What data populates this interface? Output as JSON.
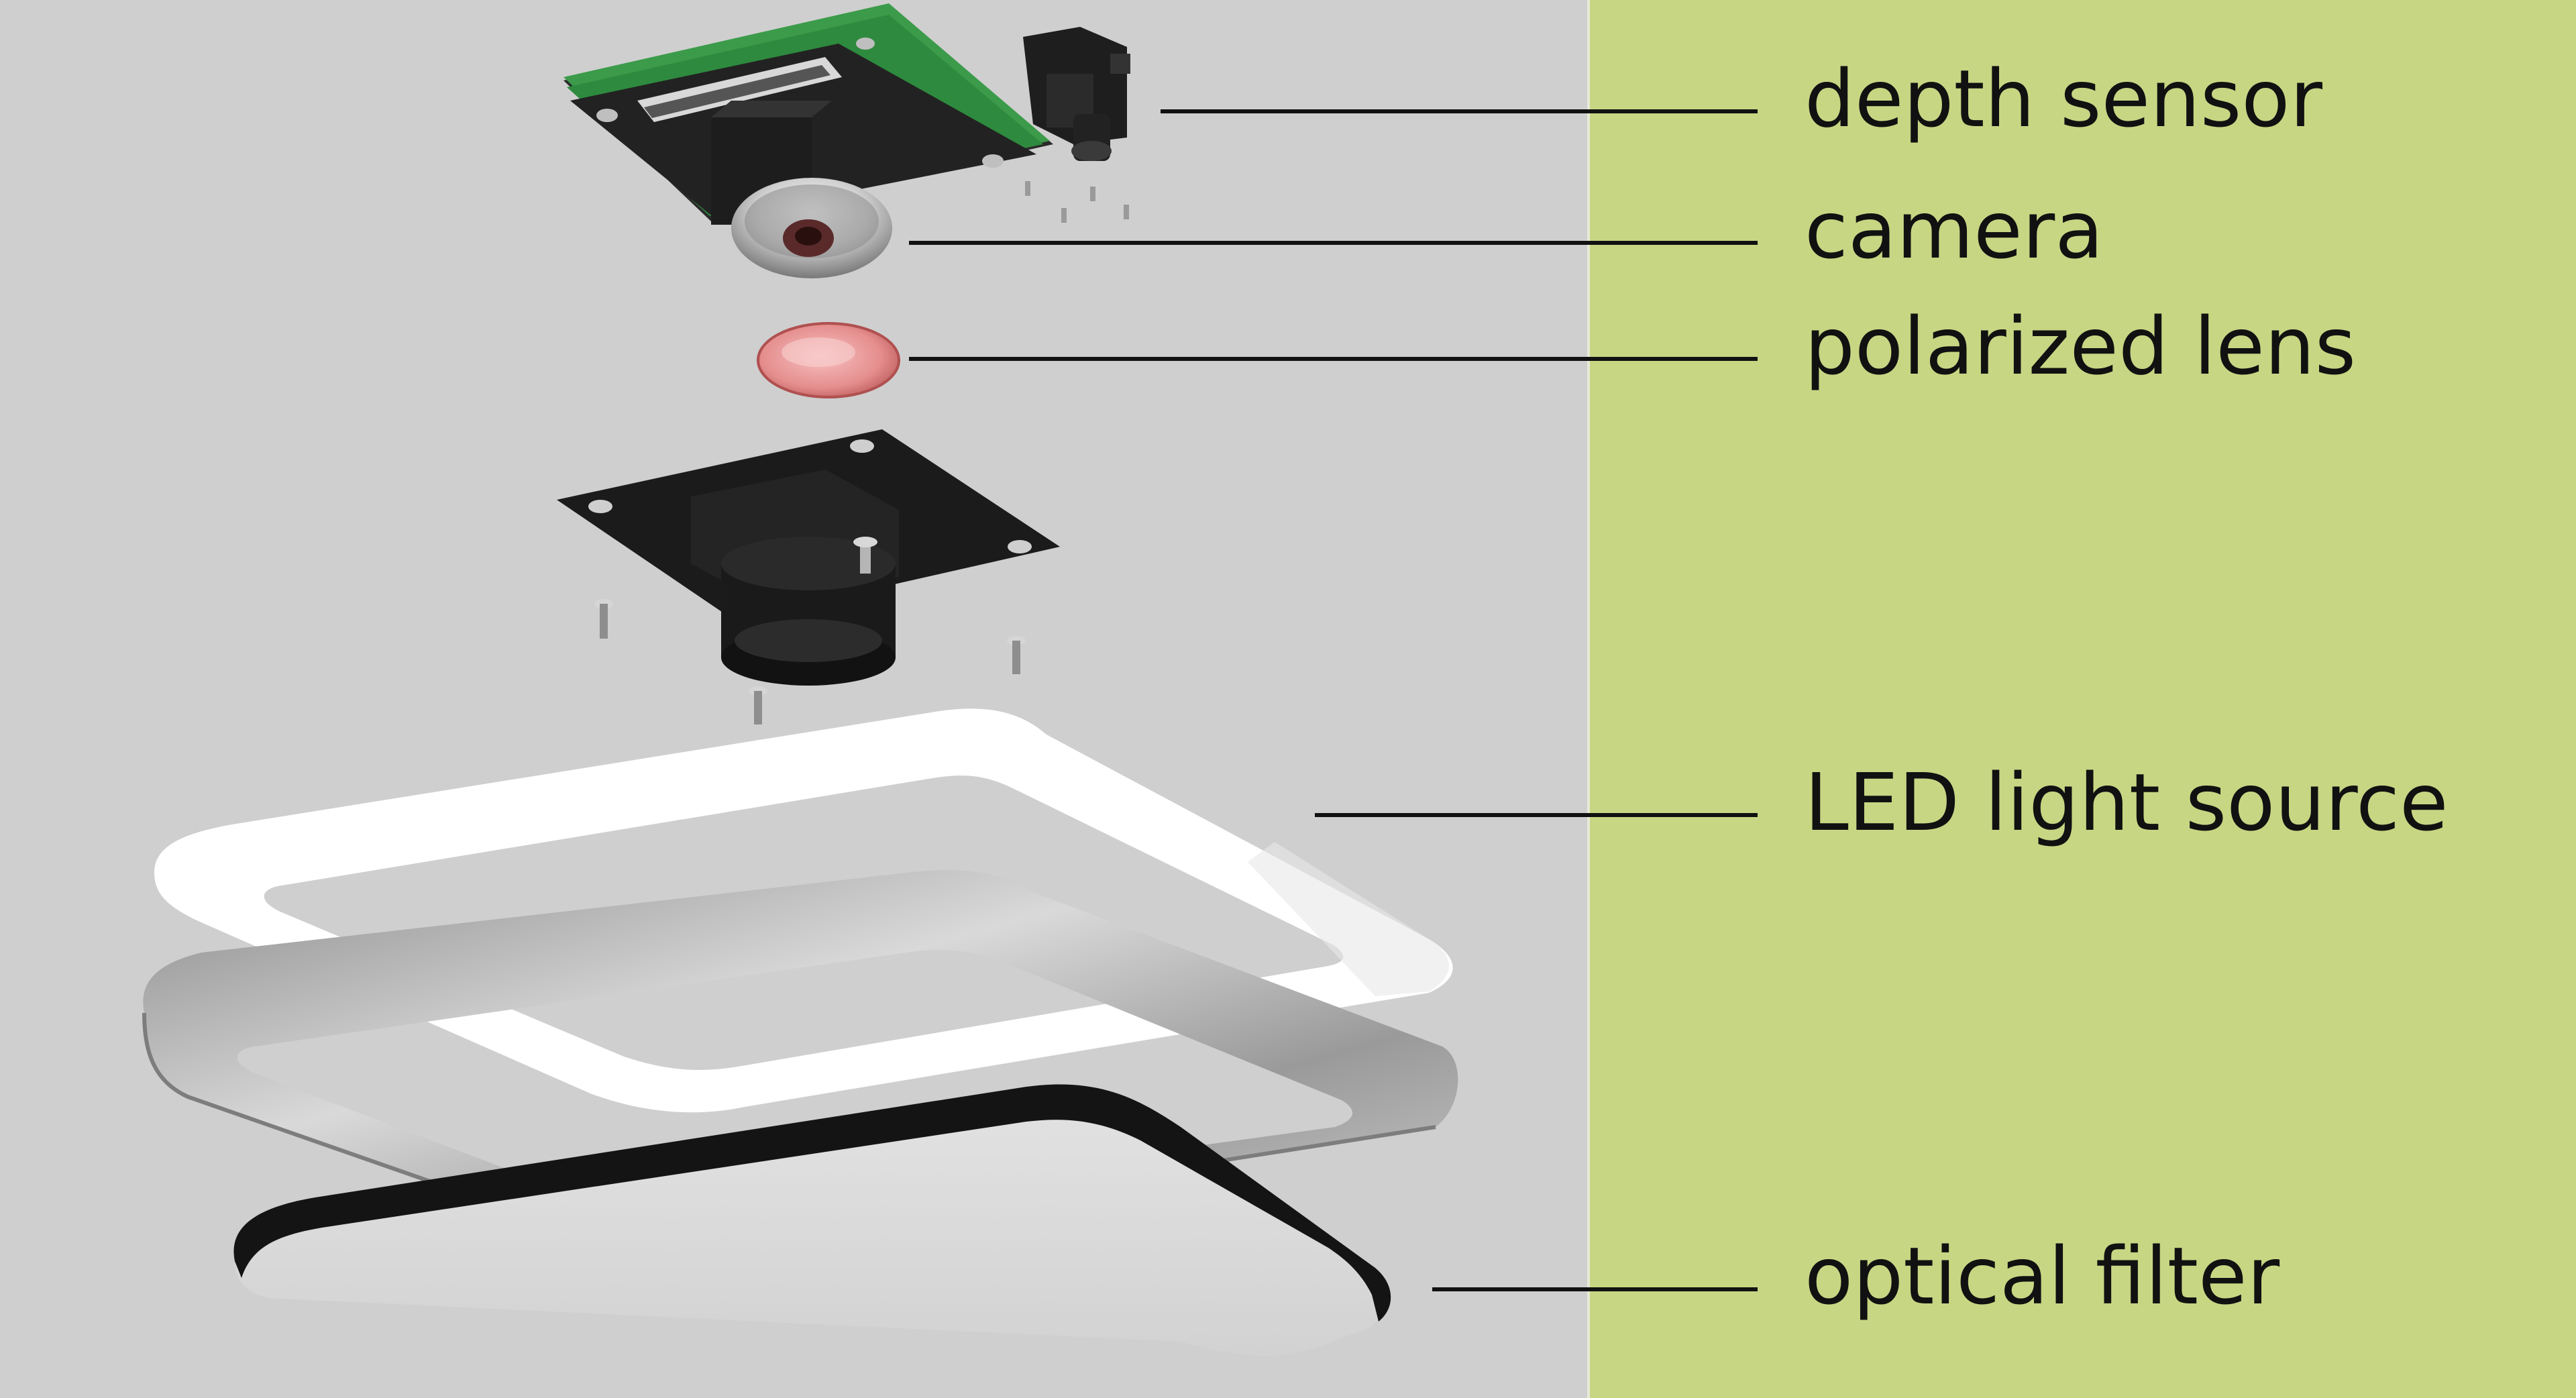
{
  "colors": {
    "background": "#cfcfcf",
    "panel": "#c7d683",
    "label_text": "#111111",
    "leader_line": "#111111"
  },
  "components": [
    {
      "id": "depth-sensor",
      "label": "depth sensor"
    },
    {
      "id": "camera",
      "label": "camera"
    },
    {
      "id": "polarized-lens",
      "label": "polarized lens"
    },
    {
      "id": "led-light-source",
      "label": "LED light source"
    },
    {
      "id": "optical-filter",
      "label": "optical filter"
    }
  ]
}
